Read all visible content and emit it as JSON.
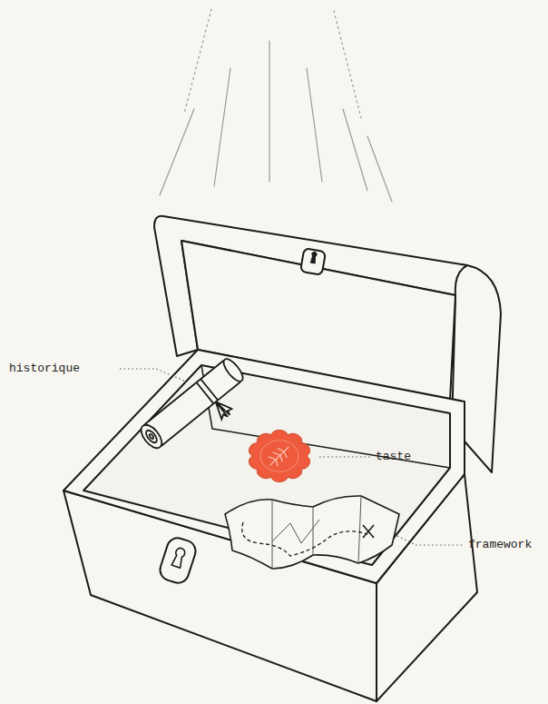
{
  "diagram": {
    "labels": [
      "historique",
      "taste",
      "framework"
    ]
  }
}
